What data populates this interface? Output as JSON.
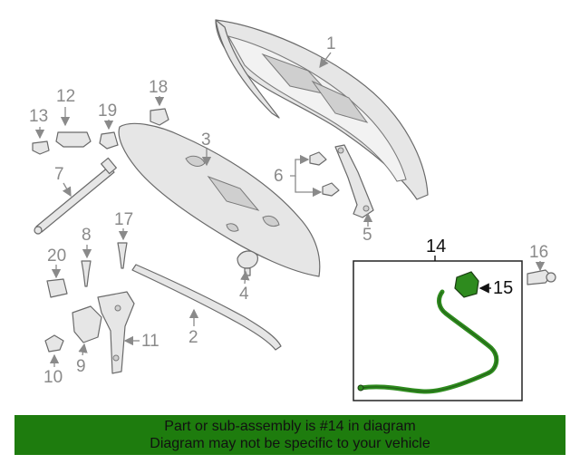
{
  "callouts": {
    "c1": "1",
    "c2": "2",
    "c3": "3",
    "c4": "4",
    "c5": "5",
    "c6": "6",
    "c7": "7",
    "c8": "8",
    "c9": "9",
    "c10": "10",
    "c11": "11",
    "c12": "12",
    "c13": "13",
    "c14": "14",
    "c15": "15",
    "c16": "16",
    "c17": "17",
    "c18": "18",
    "c19": "19",
    "c20": "20"
  },
  "banner": {
    "line1": "Part or sub-assembly is #14 in diagram",
    "line2": "Diagram may not be specific to your vehicle"
  },
  "colors": {
    "banner_bg": "#1e7c0e",
    "highlight_part": "#2e8b1e"
  }
}
